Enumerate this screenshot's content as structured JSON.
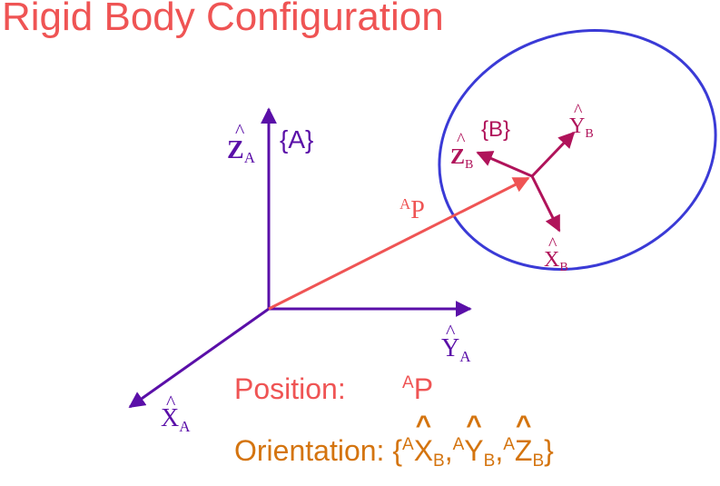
{
  "title": "Rigid Body Configuration",
  "frameA": {
    "label": "{A}",
    "x_axis": "X",
    "y_axis": "Y",
    "z_axis": "Z",
    "subscript": "A",
    "hat": "^"
  },
  "frameB": {
    "label": "{B}",
    "x_axis": "X",
    "y_axis": "Y",
    "z_axis": "Z",
    "subscript": "B",
    "hat": "^"
  },
  "position_vector": {
    "superscript": "A",
    "symbol": "P"
  },
  "position_line": {
    "label": "Position:",
    "superscript": "A",
    "symbol": "P"
  },
  "orientation_line": {
    "label": "Orientation:",
    "open": "{",
    "close": "}",
    "separator": ",",
    "superscript": "A",
    "items": [
      {
        "symbol": "X",
        "sub": "B"
      },
      {
        "symbol": "Y",
        "sub": "B"
      },
      {
        "symbol": "Z",
        "sub": "B"
      }
    ],
    "hat": "^"
  },
  "colors": {
    "title": "#ef5454",
    "frameA": "#5a0fa8",
    "frameB": "#b0135a",
    "ellipse": "#3a3ad6",
    "vector": "#ef5454",
    "orientation": "#d4740f"
  }
}
